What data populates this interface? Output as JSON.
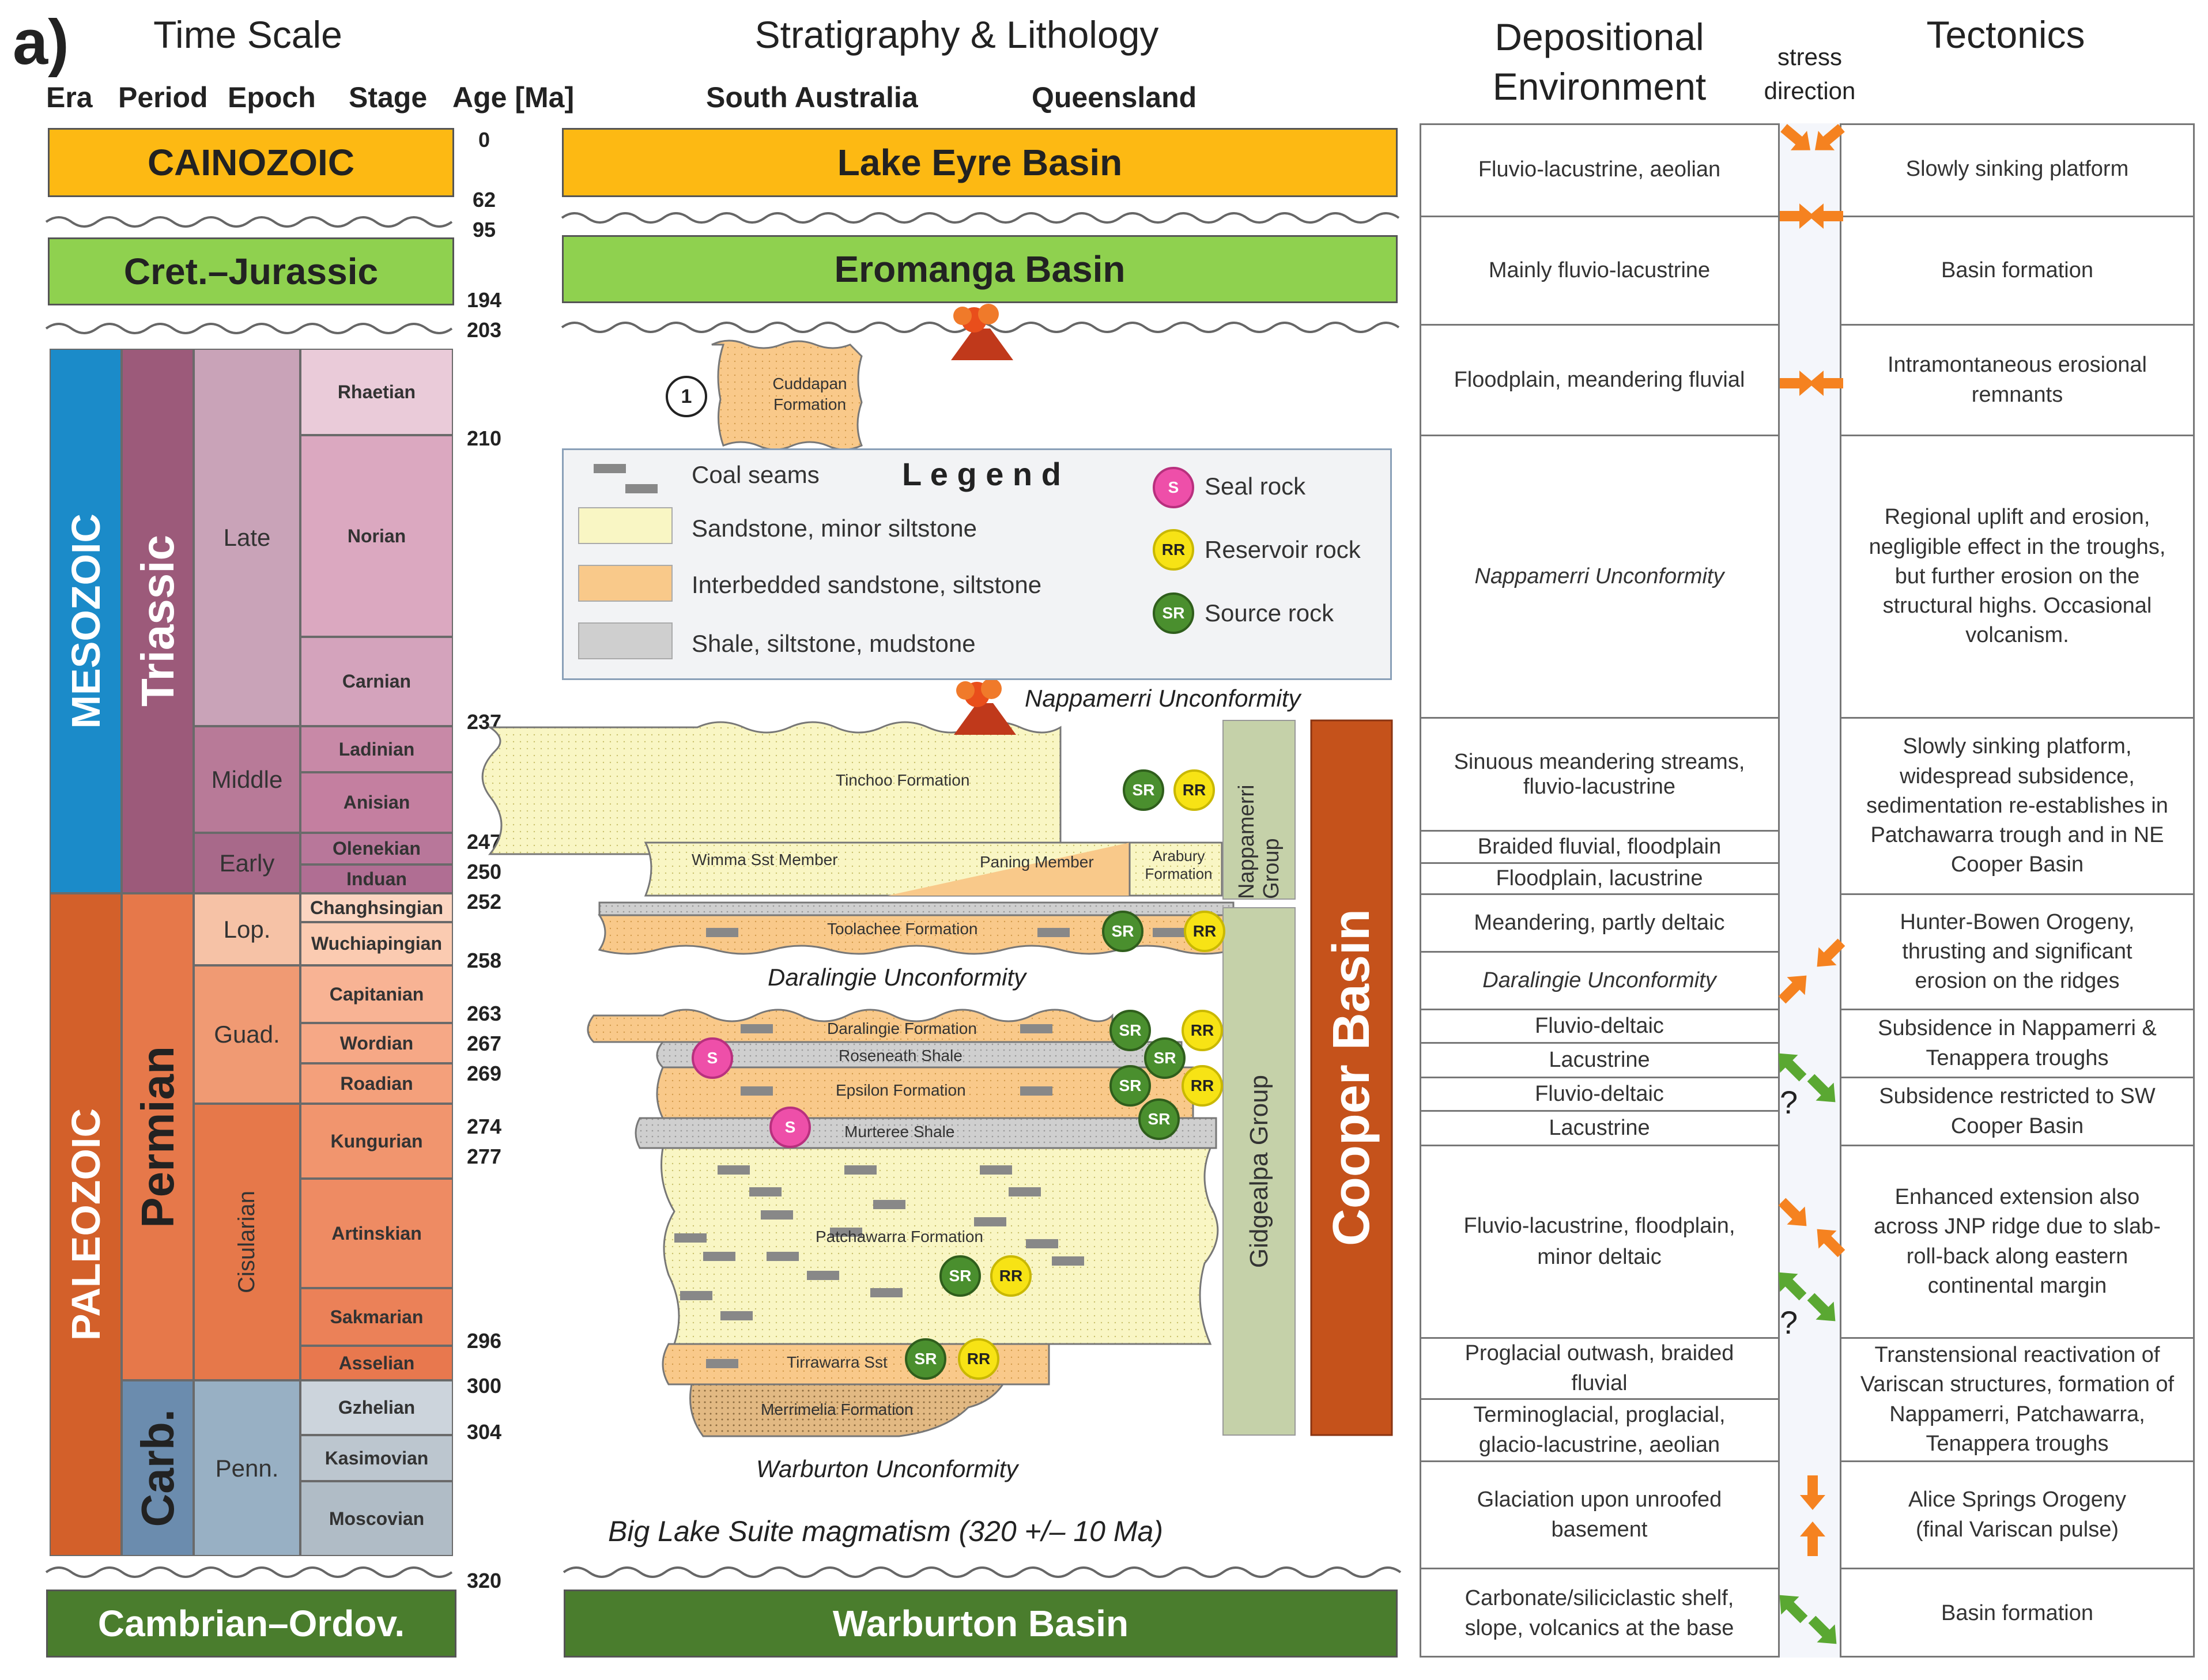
{
  "panel_label": "a)",
  "headers": {
    "time_scale": "Time Scale",
    "strat": "Stratigraphy & Lithology",
    "depo": "Depositional Environment",
    "stress": "stress direction",
    "tectonics": "Tectonics"
  },
  "subheaders": {
    "era": "Era",
    "period": "Period",
    "epoch": "Epoch",
    "stage": "Stage",
    "age": "Age [Ma]",
    "sa": "South Australia",
    "qld": "Queensland"
  },
  "time_bars": {
    "cainozoic": "CAINOZOIC",
    "cret_jur": "Cret.–Jurassic",
    "camb_ord": "Cambrian–Ordov."
  },
  "basin_bars": {
    "lake_eyre": "Lake Eyre Basin",
    "eromanga": "Eromanga Basin",
    "warburton": "Warburton Basin"
  },
  "eras": {
    "mesozoic": "MESOZOIC",
    "paleozoic": "PALEOZOIC"
  },
  "periods": {
    "triassic": "Triassic",
    "permian": "Permian",
    "carb": "Carb."
  },
  "epochs": {
    "late": "Late",
    "middle": "Middle",
    "early": "Early",
    "lop": "Lop.",
    "guad": "Guad.",
    "cisularian": "Cisularian",
    "penn": "Penn."
  },
  "stages": {
    "rhaetian": "Rhaetian",
    "norian": "Norian",
    "carnian": "Carnian",
    "ladinian": "Ladinian",
    "anisian": "Anisian",
    "olenekian": "Olenekian",
    "induan": "Induan",
    "changhsingian": "Changhsingian",
    "wuchiapingian": "Wuchiapingian",
    "capitanian": "Capitanian",
    "wordian": "Wordian",
    "roadian": "Roadian",
    "kungurian": "Kungurian",
    "artinskian": "Artinskian",
    "sakmarian": "Sakmarian",
    "asselian": "Asselian",
    "gzhelian": "Gzhelian",
    "kasimovian": "Kasimovian",
    "moscovian": "Moscovian"
  },
  "ages": [
    "0",
    "62",
    "95",
    "194",
    "203",
    "210",
    "237",
    "247",
    "250",
    "252",
    "258",
    "263",
    "267",
    "269",
    "274",
    "277",
    "296",
    "300",
    "304",
    "320"
  ],
  "legend": {
    "title": "L e g e n d",
    "coal": "Coal seams",
    "sandstone": "Sandstone, minor siltstone",
    "interbedded": "Interbedded sandstone, siltstone",
    "shale": "Shale, siltstone, mudstone",
    "seal": "Seal rock",
    "reservoir": "Reservoir rock",
    "source": "Source rock"
  },
  "badges": {
    "s": "S",
    "rr": "RR",
    "sr": "SR",
    "circle1": "1"
  },
  "formations": {
    "cuddapan": "Cuddapan Formation",
    "tinchoo": "Tinchoo Formation",
    "wimma": "Wimma Sst Member",
    "paning": "Paning Member",
    "arabury": "Arabury Formation",
    "toolachee": "Toolachee Formation",
    "daralingie_fm": "Daralingie Formation",
    "roseneath": "Roseneath Shale",
    "epsilon": "Epsilon Formation",
    "murteree": "Murteree Shale",
    "patchawarra": "Patchawarra Formation",
    "tirrawarra": "Tirrawarra Sst",
    "merrimelia": "Merrimelia Formation"
  },
  "unconformities": {
    "nappamerri": "Nappamerri Unconformity",
    "daralingie": "Daralingie Unconformity",
    "warburton": "Warburton Unconformity",
    "big_lake": "Big Lake Suite magmatism (320 +/– 10 Ma)"
  },
  "groups": {
    "nappamerri": "Nappamerri Group",
    "gidgealpa": "Gidgealpa Group",
    "cooper": "Cooper Basin"
  },
  "environment": [
    "Fluvio-lacustrine, aeolian",
    "Mainly fluvio-lacustrine",
    "Floodplain, meandering fluvial",
    "Nappamerri Unconformity",
    "Sinuous meandering streams, fluvio-lacustrine",
    "Braided fluvial, floodplain",
    "Floodplain, lacustrine",
    "Meandering, partly deltaic",
    "Daralingie Unconformity",
    "Fluvio-deltaic",
    "Lacustrine",
    "Fluvio-deltaic",
    "Lacustrine",
    "Fluvio-lacustrine, floodplain, minor deltaic",
    "Proglacial outwash, braided fluvial",
    "Terminoglacial, proglacial, glacio-lacustrine, aeolian",
    "Glaciation upon unroofed basement",
    "Carbonate/siliciclastic shelf, slope, volcanics at the base"
  ],
  "stress_question": "?",
  "tectonics": [
    "Slowly sinking platform",
    "Basin formation",
    "Intramontaneous erosional remnants",
    "Regional uplift and erosion, negligible effect in the troughs, but further erosion on the structural highs. Occasional volcanism.",
    "Slowly sinking platform, widespread subsidence, sedimentation re-establishes in Patchawarra trough and in NE Cooper Basin",
    "Hunter-Bowen Orogeny, thrusting and significant erosion on the ridges",
    "Subsidence in Nappamerri & Tenappera troughs",
    "Subsidence restricted to SW Cooper Basin",
    "Enhanced extension also across JNP ridge due to slab-roll-back along eastern continental margin",
    "Transtensional reactivation of Variscan structures, formation of Nappamerri, Patchawarra, Tenappera troughs",
    "Alice Springs Orogeny (final Variscan pulse)",
    "Basin formation"
  ],
  "colors": {
    "cainozoic": "#fdb913",
    "jurassic": "#8fd14f",
    "cambrian": "#4a7d2d",
    "mesozoic": "#1b8bc9",
    "triassic": "#9c5a7a",
    "paleozoic": "#d3602a",
    "permian": "#e6784a",
    "carb": "#6b8cae",
    "sand": "#f9f6c4",
    "inter": "#f9c98a",
    "shale": "#cfcfcf",
    "group": "#c5d1a9",
    "cooper": "#c5521b"
  }
}
